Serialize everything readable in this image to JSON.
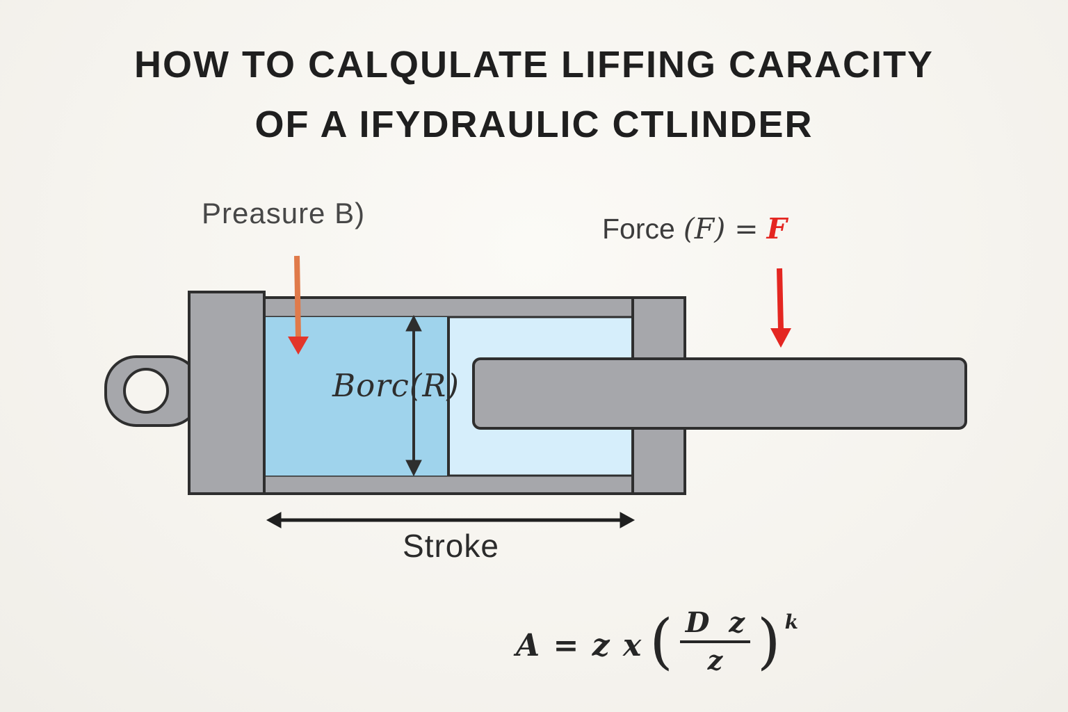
{
  "title": {
    "line1": "HOW TO CALQULATE LIFFING CARACITY",
    "line2": "OF A IFYDRAULIC CTLINDER"
  },
  "labels": {
    "pressure": "Preasure B)",
    "force_word": "Force",
    "force_math": "(F) =",
    "force_value": "F",
    "bore": "Borc(R)",
    "stroke": "Stroke"
  },
  "formula": {
    "lhs": "A = z x",
    "open_paren": "(",
    "numerator": "D  z",
    "denominator": "z",
    "close_paren": ")",
    "exponent": "k"
  },
  "colors": {
    "background": "#f7f5f0",
    "metal_gray": "#a6a7ab",
    "outline": "#2e2e2e",
    "fluid_dark": "#9fd3ec",
    "fluid_light": "#d6eefb",
    "pressure_arrow": "#e07a4a",
    "force_arrow": "#e42621",
    "title_text": "#1f1f1f"
  }
}
